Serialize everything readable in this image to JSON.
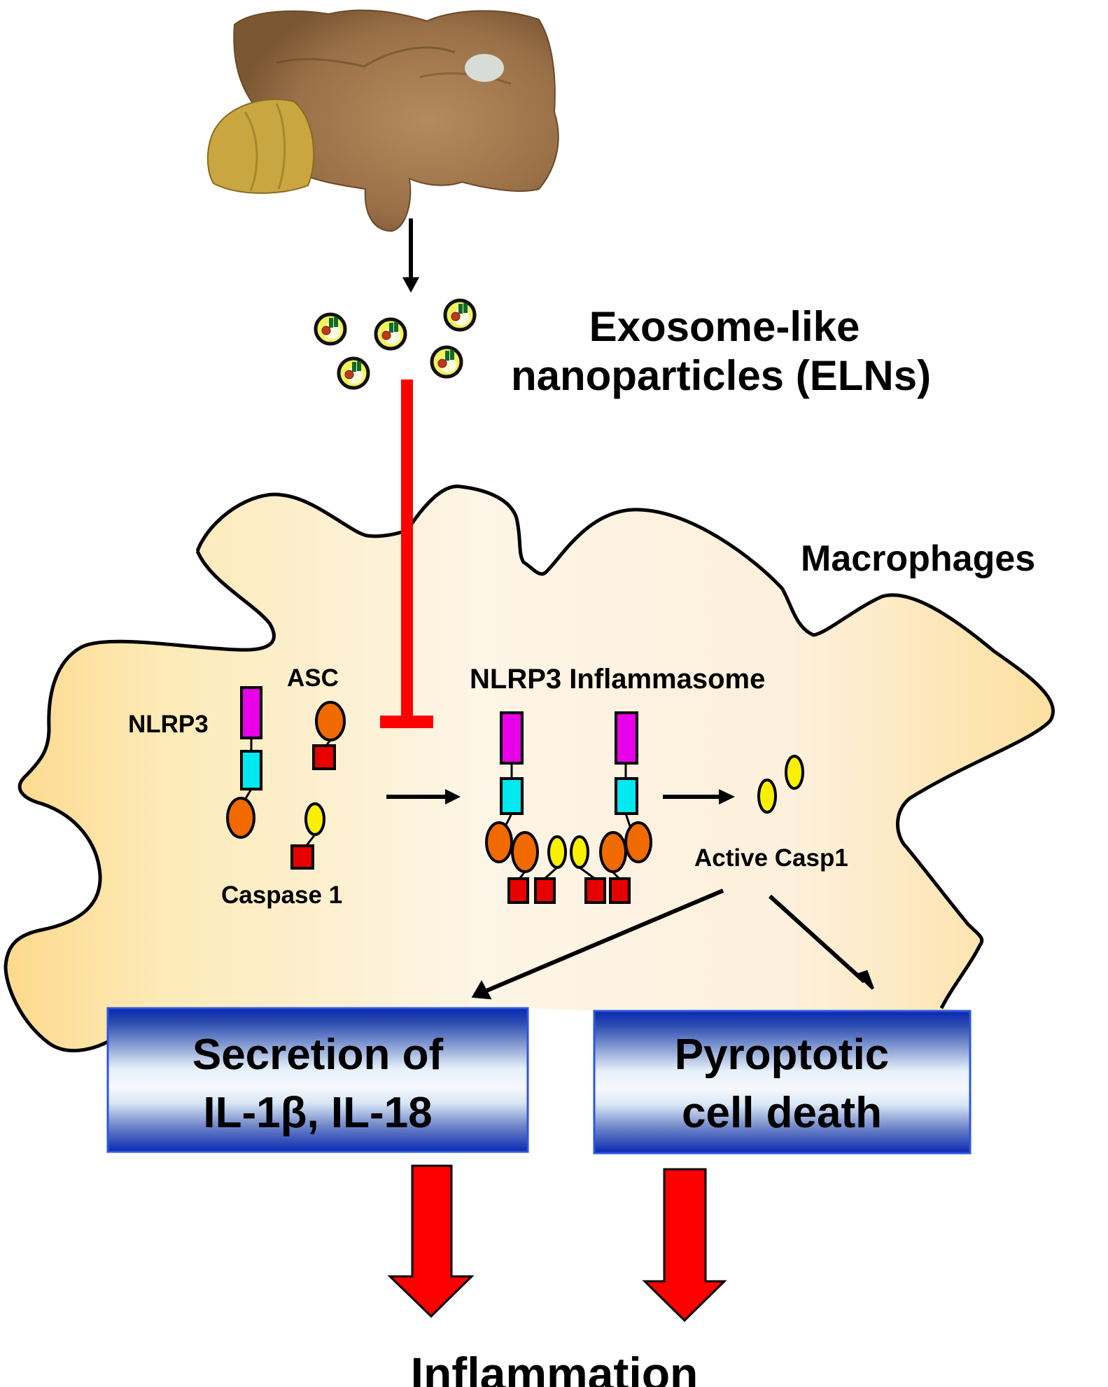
{
  "figure": {
    "source": {
      "name": "Ginger root",
      "icon": "ginger-root-image"
    },
    "nanoparticles": {
      "label_line1": "Exosome-like",
      "label_line2": "nanoparticles (ELNs)",
      "count": 5,
      "icon": "nanoparticle-icon"
    },
    "cell": {
      "label": "Macrophages"
    },
    "components": {
      "nlrp3": "NLRP3",
      "asc": "ASC",
      "caspase1": "Caspase 1",
      "inflammasome": "NLRP3 Inflammasome",
      "active_casp1": "Active Casp1"
    },
    "outcomes": [
      {
        "line1": "Secretion of",
        "line2": "IL-1β, IL-18"
      },
      {
        "line1": "Pyroptotic",
        "line2": "cell death"
      }
    ],
    "final": {
      "label": "Inflammation"
    },
    "colors": {
      "inhibition": "#ff0000",
      "nlrp3_domain": "#e800e8",
      "nacht_domain": "#00e8f0",
      "asc_pyd": "#f06a00",
      "caspase_card": "#e80000",
      "caspase": "#f8f000",
      "box_blue": "#1232b4",
      "cell_fill": "#fde6b0"
    }
  }
}
